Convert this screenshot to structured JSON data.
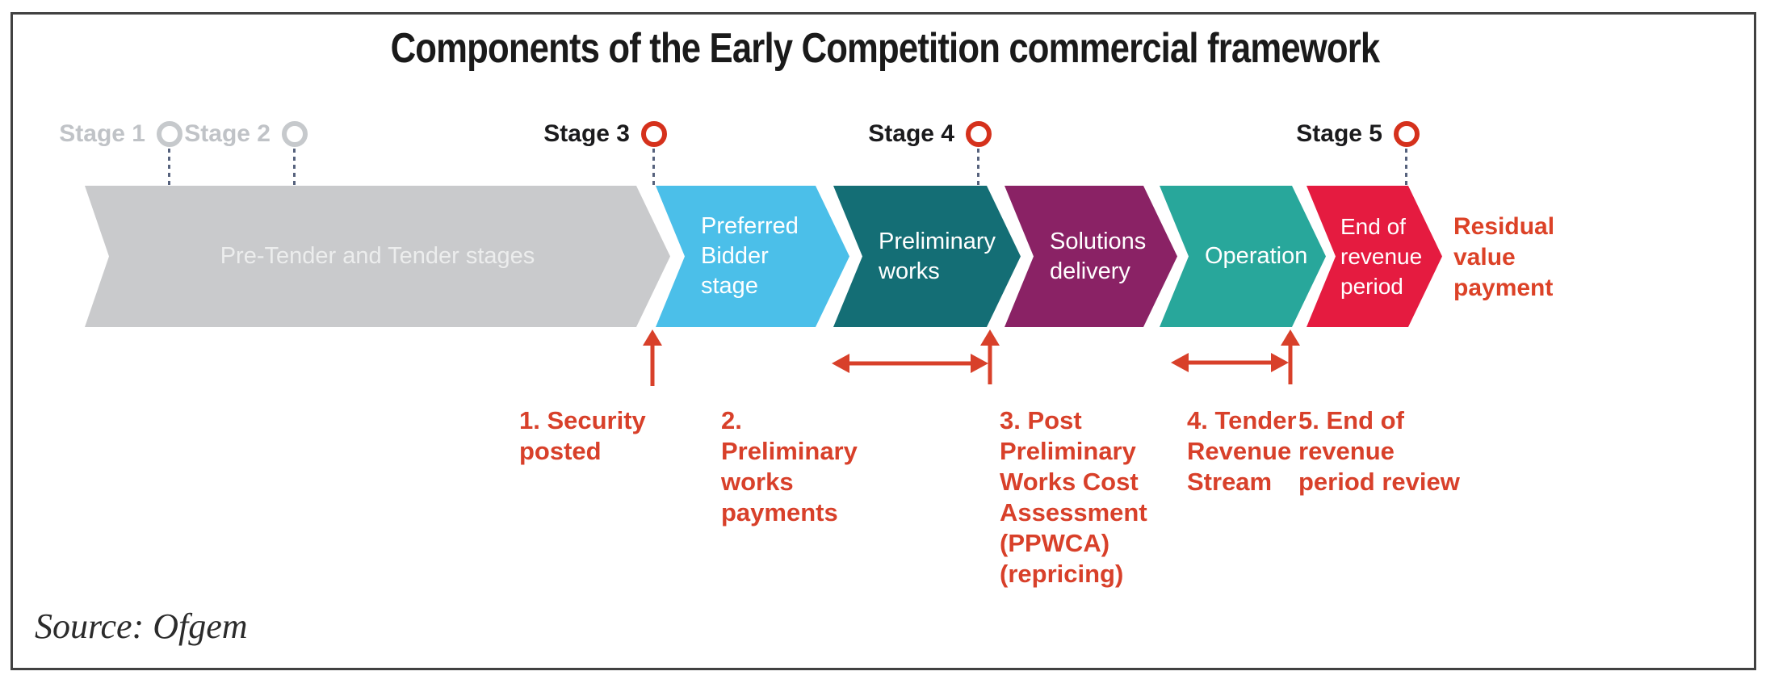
{
  "figure": {
    "title": "Components of the Early Competition commercial framework",
    "source": "Source: Ofgem"
  },
  "colors": {
    "annotation_red": "#d8402a",
    "residual_red": "#dc4227",
    "connector_blue_gray": "#56627d",
    "border_gray": "#414141",
    "stage_active_ring": "#d5311c",
    "stage_inactive_ring": "#c6c9cc",
    "stage_active_text": "#1b1b1d",
    "stage_inactive_text": "#c0c3c7"
  },
  "stages": [
    {
      "label": "Stage 1",
      "active": false,
      "label_color": "#c0c3c7",
      "ring_color": "#c6c9cc"
    },
    {
      "label": "Stage 2",
      "active": false,
      "label_color": "#c0c3c7",
      "ring_color": "#c6c9cc"
    },
    {
      "label": "Stage 3",
      "active": true,
      "label_color": "#1b1b1d",
      "ring_color": "#d5311c"
    },
    {
      "label": "Stage 4",
      "active": true,
      "label_color": "#1b1b1d",
      "ring_color": "#d5311c"
    },
    {
      "label": "Stage 5",
      "active": true,
      "label_color": "#1b1b1d",
      "ring_color": "#d5311c"
    }
  ],
  "chevrons": [
    {
      "label": "Pre-Tender and Tender stages",
      "color": "#c9cacc"
    },
    {
      "label": "Preferred\nBidder\nstage",
      "color": "#4bbfe9"
    },
    {
      "label": "Preliminary\nworks",
      "color": "#146e75"
    },
    {
      "label": "Solutions\ndelivery",
      "color": "#8a2265"
    },
    {
      "label": "Operation",
      "color": "#28a79b"
    },
    {
      "label": "End of\nrevenue\nperiod",
      "color": "#e51b40"
    }
  ],
  "residual_note": {
    "label": "Residual\nvalue\npayment"
  },
  "annotations": [
    {
      "label": "1. Security\nposted"
    },
    {
      "label": "2.\nPreliminary\nworks\npayments"
    },
    {
      "label": "3. Post\nPreliminary\nWorks Cost\nAssessment\n(PPWCA)\n(repricing)"
    },
    {
      "label": "4. Tender\nRevenue\nStream"
    },
    {
      "label": "5. End of\nrevenue\nperiod review"
    }
  ]
}
